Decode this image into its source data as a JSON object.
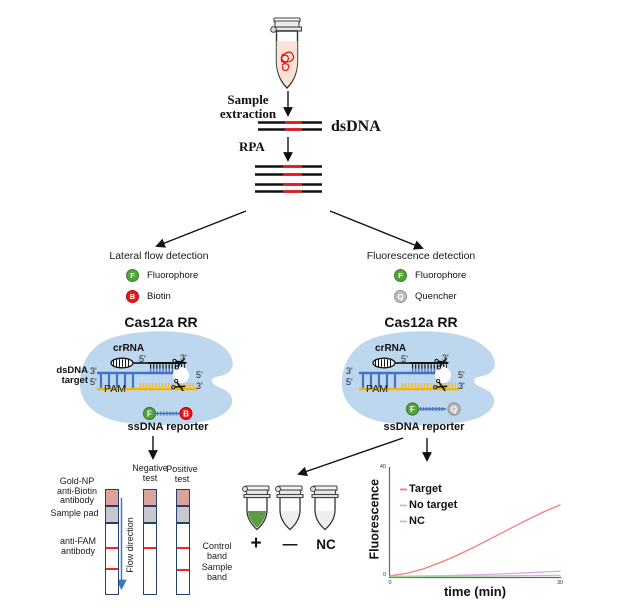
{
  "workflow": {
    "sample_extraction_line1": "Sample",
    "sample_extraction_line2": "extraction",
    "dsdna_label": "dsDNA",
    "rpa_label": "RPA"
  },
  "symbols": {
    "five_prime": "5'",
    "three_prime": "3'"
  },
  "left_branch": {
    "title": "Lateral flow detection",
    "legend": [
      {
        "symbol": "F",
        "label": "Fluorophore",
        "color": "#55a33c"
      },
      {
        "symbol": "B",
        "label": "Biotin",
        "color": "#ef1515"
      }
    ],
    "cas_title": "Cas12a RR",
    "crrna_label": "crRNA",
    "dsdna_target_line1": "dsDNA",
    "dsdna_target_line2": "target",
    "pam_label": "PAM",
    "reporter_label": "ssDNA reporter",
    "reporter_left_symbol": "F",
    "reporter_right_symbol": "B"
  },
  "right_branch": {
    "title": "Fluorescence detection",
    "legend": [
      {
        "symbol": "F",
        "label": "Fluorophore",
        "color": "#55a33c"
      },
      {
        "symbol": "Q",
        "label": "Quencher",
        "color": "#bfbfbf"
      }
    ],
    "cas_title": "Cas12a RR",
    "crrna_label": "crRNA",
    "pam_label": "PAM",
    "reporter_label": "ssDNA reporter",
    "reporter_left_symbol": "F",
    "reporter_right_symbol": "Q"
  },
  "lateral_flow": {
    "gold_np_line1": "Gold-NP",
    "gold_np_line2": "anti-Biotin",
    "gold_np_line3": "antibody",
    "sample_pad": "Sample pad",
    "anti_fam_line1": "anti-FAM",
    "anti_fam_line2": "antibody",
    "flow_direction": "Flow direction",
    "negative_line1": "Negative",
    "negative_line2": "test",
    "positive_line1": "Positive",
    "positive_line2": "test",
    "control_band_line1": "Control",
    "control_band_line2": "band",
    "sample_band_line1": "Sample",
    "sample_band_line2": "band"
  },
  "tubes": {
    "labels": [
      "+",
      "—",
      "NC"
    ]
  },
  "chart_data": {
    "type": "line",
    "xlabel": "time (min)",
    "ylabel": "Fluorescence",
    "xlim": [
      0,
      30
    ],
    "ylim": [
      0,
      40
    ],
    "x_tick_labels": [
      "0",
      "30"
    ],
    "y_tick_labels": [
      "0",
      "40"
    ],
    "grid": false,
    "legend_position": "upper-left",
    "series": [
      {
        "name": "Target",
        "color": "#f57d7d",
        "x": [
          0,
          3,
          6,
          9,
          12,
          15,
          18,
          21,
          24,
          27,
          30
        ],
        "values": [
          0.6,
          1.5,
          3.2,
          5.5,
          8.2,
          11.2,
          14.4,
          17.6,
          20.8,
          23.8,
          26.5
        ]
      },
      {
        "name": "No target",
        "color": "#dfa8ea",
        "x": [
          0,
          10,
          20,
          30
        ],
        "values": [
          0.4,
          0.7,
          1.3,
          2.3
        ]
      },
      {
        "name": "NC",
        "color": "#a5d6a0",
        "x": [
          0,
          30
        ],
        "values": [
          0.3,
          0.8
        ]
      }
    ]
  },
  "colors": {
    "blob": "#bdd7ee",
    "blue_strand": "#4472c4",
    "yellow_strand": "#f7b500",
    "crrna": "#111111",
    "dna_red": "#f21010",
    "fluorophore": "#55a33c",
    "biotin": "#ef1515",
    "quencher": "#bfbfbf",
    "strip_pink": "#dba39c",
    "strip_gray": "#c8c8cc",
    "strip_border": "#25406e",
    "band_red": "#ff2222",
    "flow_arrow": "#4472c4",
    "tube_green": "#5d9b44",
    "tube_gray": "#eceff0",
    "sample_liquid": "#fbe4d7"
  }
}
